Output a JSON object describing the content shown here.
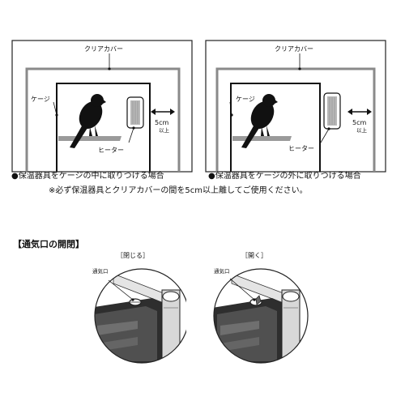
{
  "diagram_left": {
    "cover_label": "クリアカバー",
    "cage_label": "ケージ",
    "heater_label": "ヒーター",
    "distance_value": "5cm",
    "distance_suffix": "以上",
    "caption": "●保温器具をケージの中に取りつける場合"
  },
  "diagram_right": {
    "cover_label": "クリアカバー",
    "cage_label": "ケージ",
    "heater_label": "ヒーター",
    "distance_value": "5cm",
    "distance_suffix": "以上",
    "caption": "●保温器具をケージの外に取りつける場合"
  },
  "note": "※必ず保温器具とクリアカバーの間を5cm以上離してご使用ください。",
  "vent_section": {
    "title": "【通気口の開閉】",
    "closed_label": "［閉じる］",
    "open_label": "［開く］",
    "vent_label_closed": "通気口",
    "vent_label_open": "通気口"
  }
}
